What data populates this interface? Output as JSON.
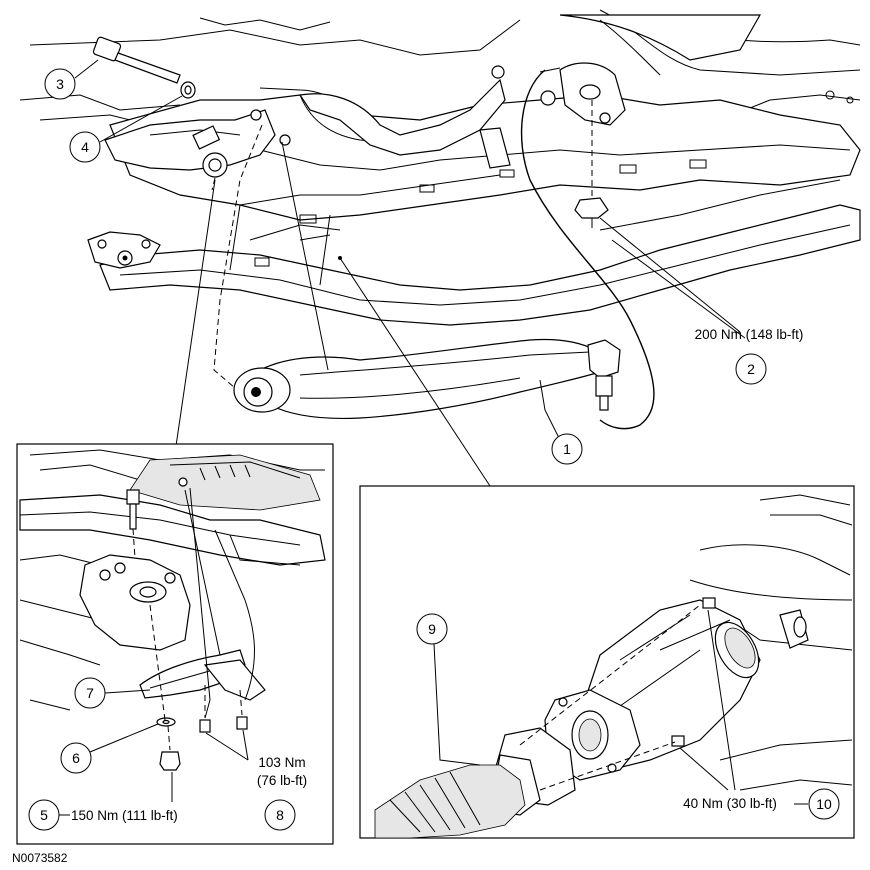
{
  "figure_id": "N0073582",
  "callouts": {
    "c1": "1",
    "c2": "2",
    "c3": "3",
    "c4": "4",
    "c5": "5",
    "c6": "6",
    "c7": "7",
    "c8": "8",
    "c9": "9",
    "c10": "10"
  },
  "torque_specs": {
    "spec_2": "200 Nm (148 lb-ft)",
    "spec_5": "150 Nm (111 lb-ft)",
    "spec_8_line1": "103 Nm",
    "spec_8_line2": "(76 lb-ft)",
    "spec_10": "40 Nm (30 lb-ft)"
  }
}
